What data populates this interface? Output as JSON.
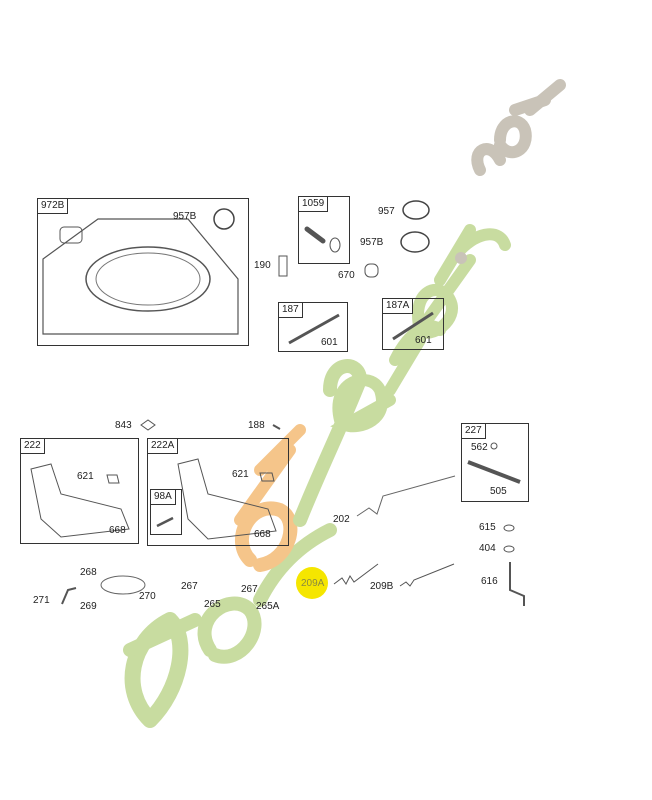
{
  "diagram": {
    "type": "exploded-parts-diagram",
    "groups": [
      {
        "id": "972B",
        "label": "972B",
        "parts": [
          {
            "label": "957B"
          }
        ]
      },
      {
        "id": "1059",
        "label": "1059",
        "parts": []
      },
      {
        "id": "187",
        "label": "187",
        "parts": [
          {
            "label": "601"
          }
        ]
      },
      {
        "id": "187A",
        "label": "187A",
        "parts": [
          {
            "label": "601"
          }
        ]
      },
      {
        "id": "222",
        "label": "222",
        "parts": [
          {
            "label": "621"
          },
          {
            "label": "668"
          }
        ]
      },
      {
        "id": "222A",
        "label": "222A",
        "parts": [
          {
            "label": "621"
          },
          {
            "label": "668"
          }
        ]
      },
      {
        "id": "98A",
        "label": "98A",
        "parts": []
      },
      {
        "id": "227",
        "label": "227",
        "parts": [
          {
            "label": "562"
          },
          {
            "label": "505"
          }
        ]
      }
    ],
    "loose_parts": {
      "p957": "957",
      "p957B": "957B",
      "p190": "190",
      "p670": "670",
      "p843": "843",
      "p188": "188",
      "p202": "202",
      "p615": "615",
      "p404": "404",
      "p616": "616",
      "p268": "268",
      "p271": "271",
      "p269": "269",
      "p270": "270",
      "p267a": "267",
      "p265": "265",
      "p267b": "267",
      "p265A": "265A",
      "p209A": "209A",
      "p209B": "209B"
    }
  },
  "watermark": {
    "text_main": "foretjardin",
    "text_suffix": ".com",
    "colors": {
      "green": "#c8dca0",
      "orange": "#f5c58a",
      "grey": "#c9c3b8",
      "highlight": "#f5e600"
    }
  }
}
